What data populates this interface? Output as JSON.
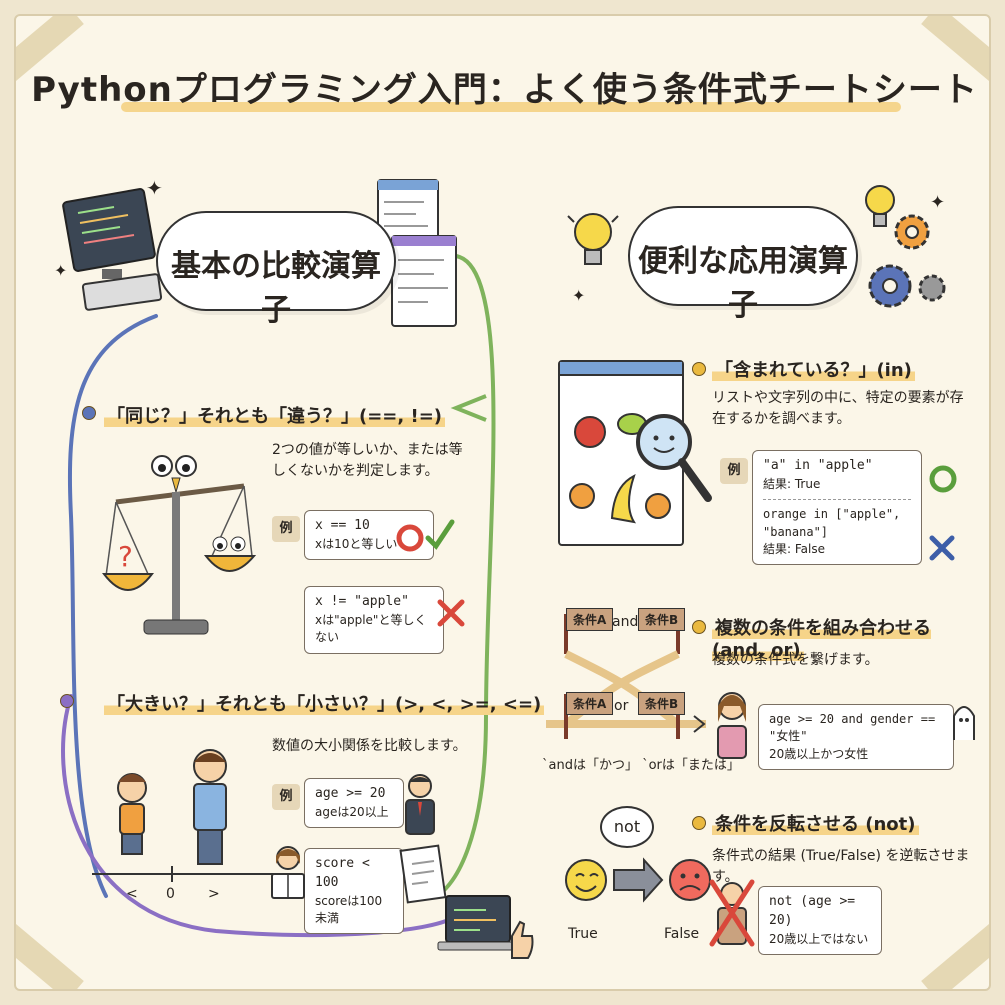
{
  "title": "Pythonプログラミング入門：よく使う条件式チートシート",
  "left": {
    "heading": "基本の比較演算子",
    "eq": {
      "title": "「同じ？」それとも「違う？」(==, !=)",
      "desc1": "2つの値が等しいか、または等",
      "desc2": "しくないかを判定します。",
      "tag": "例",
      "code1": "x == 10",
      "result1": "xは10と等しい",
      "code2": "x != \"apple\"",
      "result2": "xは\"apple\"と等しくない"
    },
    "cmp": {
      "title": "「大きい？」それとも「小さい？」(>, <, >=, <=)",
      "desc": "数値の大小関係を比較します。",
      "tag": "例",
      "code1": "age >= 20",
      "result1": "ageは20以上",
      "code2": "score < 100",
      "result2": "scoreは100未満",
      "axis_lt": "<",
      "axis_zero": "0",
      "axis_gt": ">"
    }
  },
  "right": {
    "heading": "便利な応用演算子",
    "in": {
      "title": "「含まれている？」(in)",
      "desc1": "リストや文字列の中に、特定の要素が存",
      "desc2": "在するかを調べます。",
      "tag": "例",
      "code1": "\"a\" in \"apple\"",
      "result1": "結果: True",
      "code2": "orange in [\"apple\", \"banana\"]",
      "result2": "結果: False"
    },
    "andor": {
      "title": "複数の条件を組み合わせる (and, or)",
      "desc": "複数の条件式を繋げます。",
      "gate_a": "条件A",
      "gate_b": "条件B",
      "and_label": "and",
      "or_label": "or",
      "caption": "`andは「かつ」 `orは「または」",
      "code1": "age >= 20 and gender == \"女性\"",
      "result1": "20歳以上かつ女性"
    },
    "not": {
      "title": "条件を反転させる (not)",
      "desc": "条件式の結果 (True/False) を逆転させます。",
      "bubble": "not",
      "true_label": "True",
      "false_label": "False",
      "code1": "not (age >= 20)",
      "result1": "20歳以上ではない"
    }
  },
  "colors": {
    "highlight": "#f6d489",
    "line_blue": "#5b74b8",
    "line_green": "#7fb35c",
    "line_purple": "#8b6fc4",
    "circle_green": "#5a9e3c",
    "cross_blue": "#3d5ea8",
    "cross_red": "#d9483b"
  }
}
